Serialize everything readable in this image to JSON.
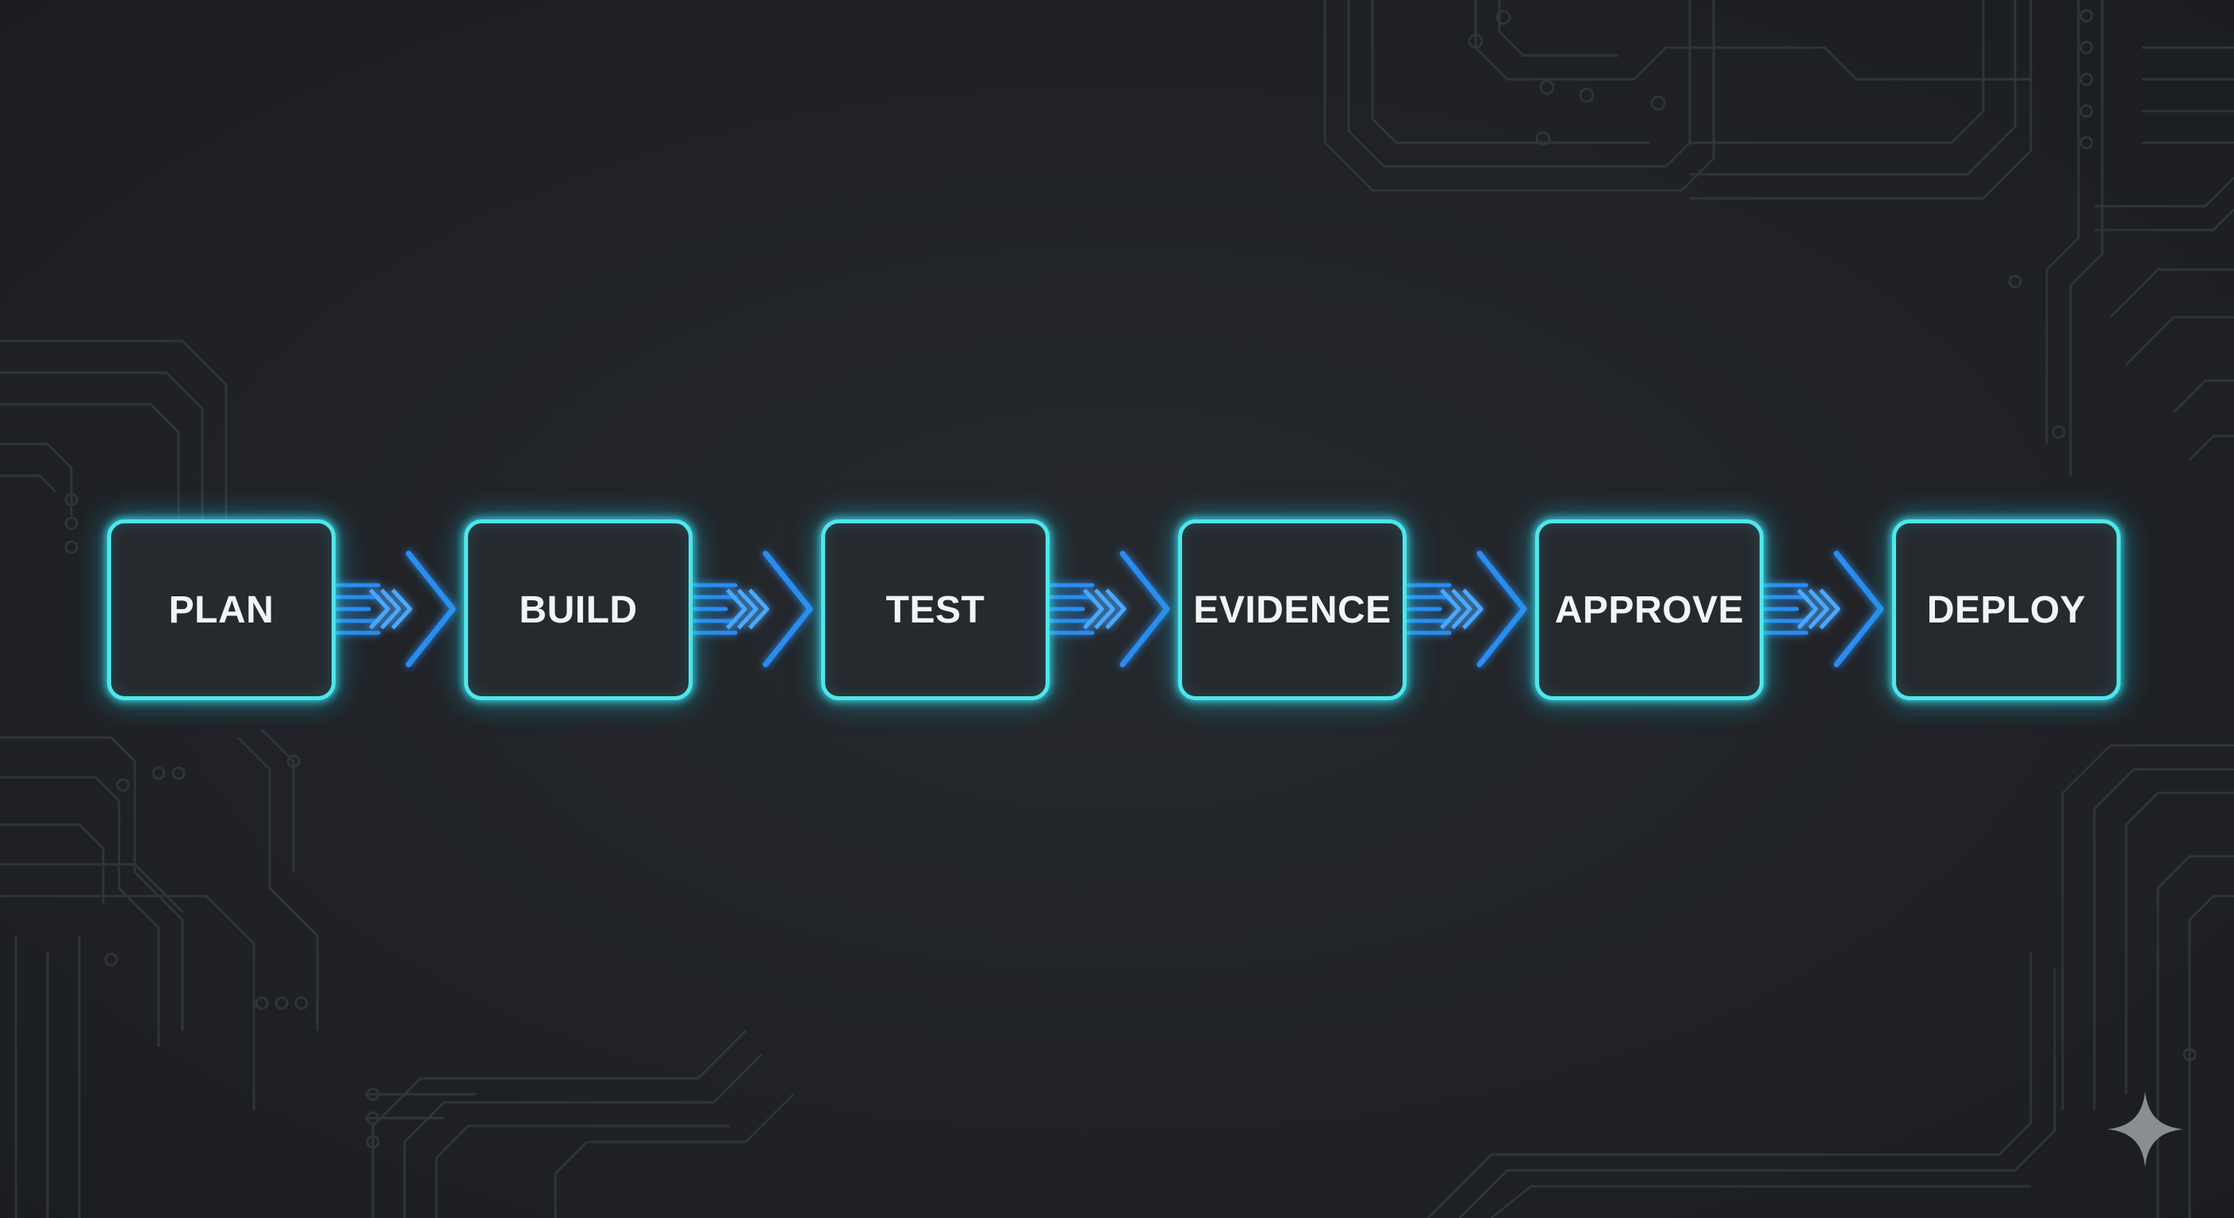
{
  "diagram": {
    "stages": [
      {
        "label": "PLAN"
      },
      {
        "label": "BUILD"
      },
      {
        "label": "TEST"
      },
      {
        "label": "EVIDENCE"
      },
      {
        "label": "APPROVE"
      },
      {
        "label": "DEPLOY"
      }
    ],
    "colors": {
      "background": "#202327",
      "box_border": "#4fe6ea",
      "box_fill": "#262a2f",
      "arrow": "#2a8cf0",
      "label": "#f2f4f6",
      "circuit": "#2f3338"
    },
    "icons": {
      "connector": "chevron-arrow-icon",
      "corner_mark": "sparkle-icon"
    }
  }
}
